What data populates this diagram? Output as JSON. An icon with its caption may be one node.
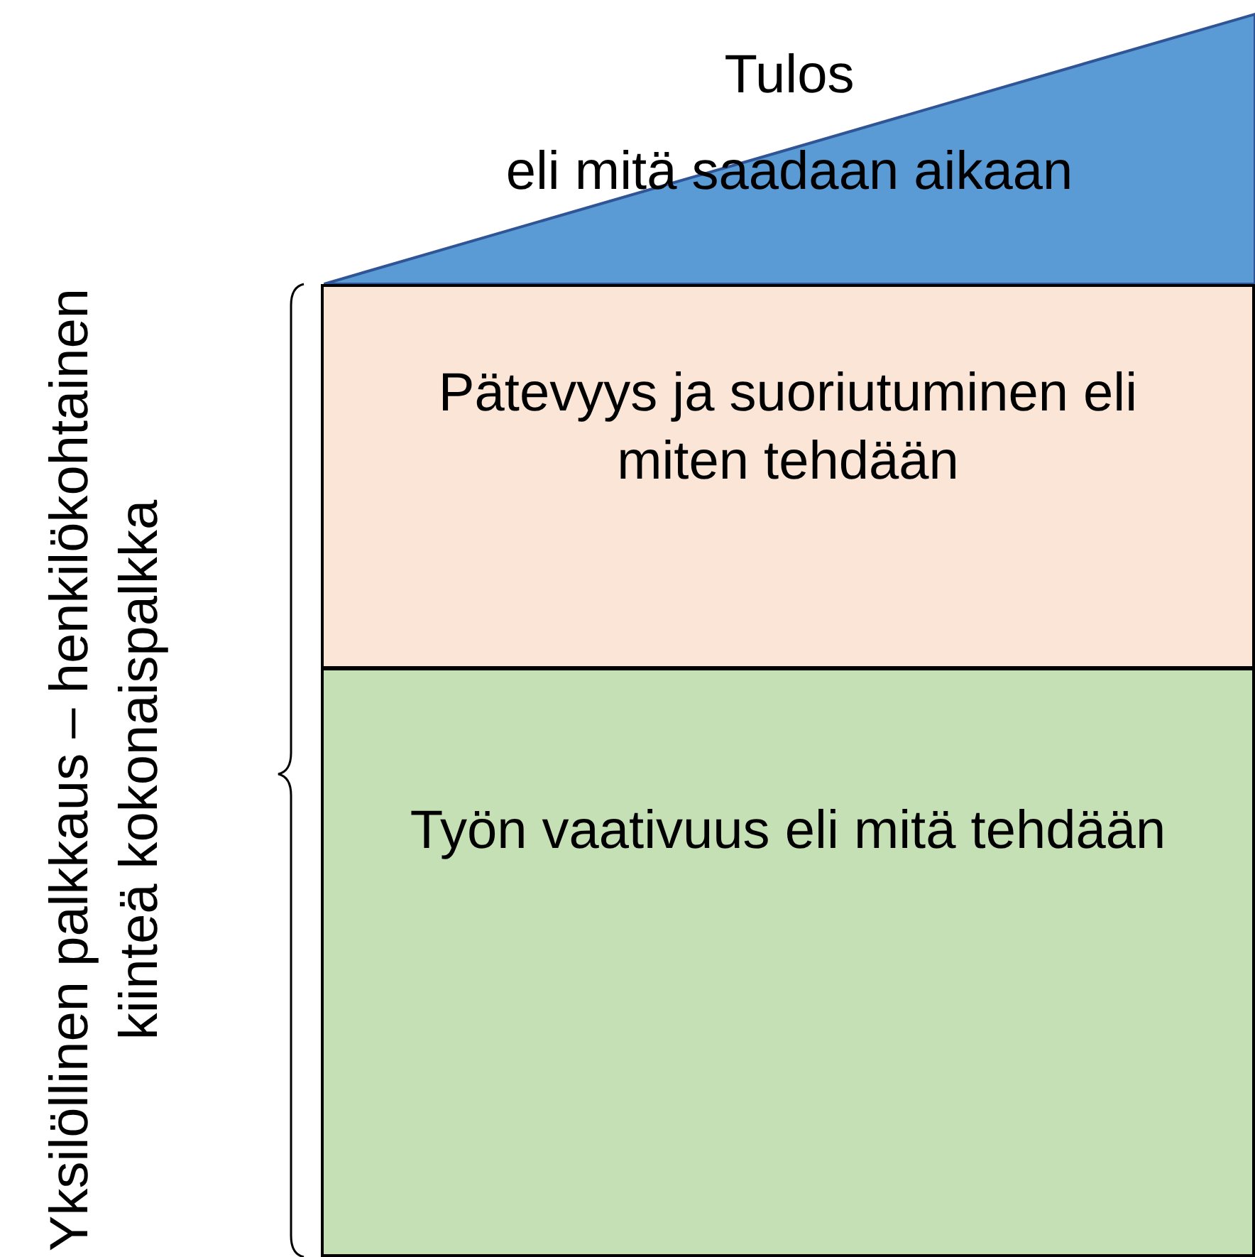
{
  "diagram": {
    "nodes": [
      {
        "text": [
          "Tulos",
          "eli mitä saadaan aikaan"
        ]
      },
      {
        "text": [
          "Pätevyys ja suoriutuminen eli miten tehdään"
        ]
      },
      {
        "text": [
          "Työn vaativuus eli mitä tehdään"
        ]
      }
    ],
    "labels": [
      "Yksilöllinen palkkaus – henkilökohtainen kiinteä kokonaispalkka"
    ]
  }
}
